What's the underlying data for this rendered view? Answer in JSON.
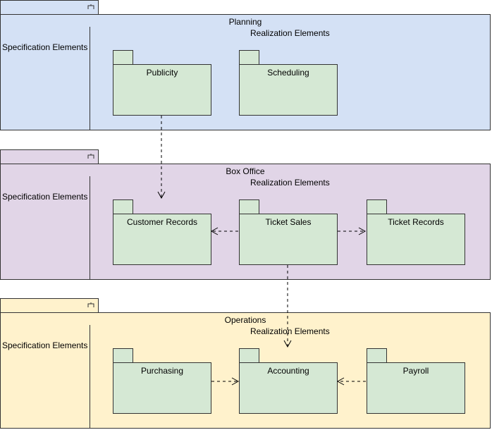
{
  "colors": {
    "planning": "#d4e1f5",
    "box_office": "#e1d5e7",
    "operations": "#fff2cc",
    "package_fill": "#d5e8d4",
    "stroke": "#333333"
  },
  "planning": {
    "title": "Planning",
    "realization_label": "Realization Elements",
    "specification_label": "Specification Elements",
    "packages": [
      "Publicity",
      "Scheduling"
    ]
  },
  "box_office": {
    "title": "Box Office",
    "realization_label": "Realization Elements",
    "specification_label": "Specification Elements",
    "packages": [
      "Customer Records",
      "Ticket Sales",
      "Ticket Records"
    ]
  },
  "operations": {
    "title": "Operations",
    "realization_label": "Realization Elements",
    "specification_label": "Specification Elements",
    "packages": [
      "Purchasing",
      "Accounting",
      "Payroll"
    ]
  },
  "dependencies": [
    {
      "from": "Publicity",
      "to": "Customer Records"
    },
    {
      "from": "Ticket Sales",
      "to": "Customer Records"
    },
    {
      "from": "Ticket Sales",
      "to": "Ticket Records"
    },
    {
      "from": "Ticket Sales",
      "to": "Accounting"
    },
    {
      "from": "Purchasing",
      "to": "Accounting"
    },
    {
      "from": "Payroll",
      "to": "Accounting"
    }
  ]
}
